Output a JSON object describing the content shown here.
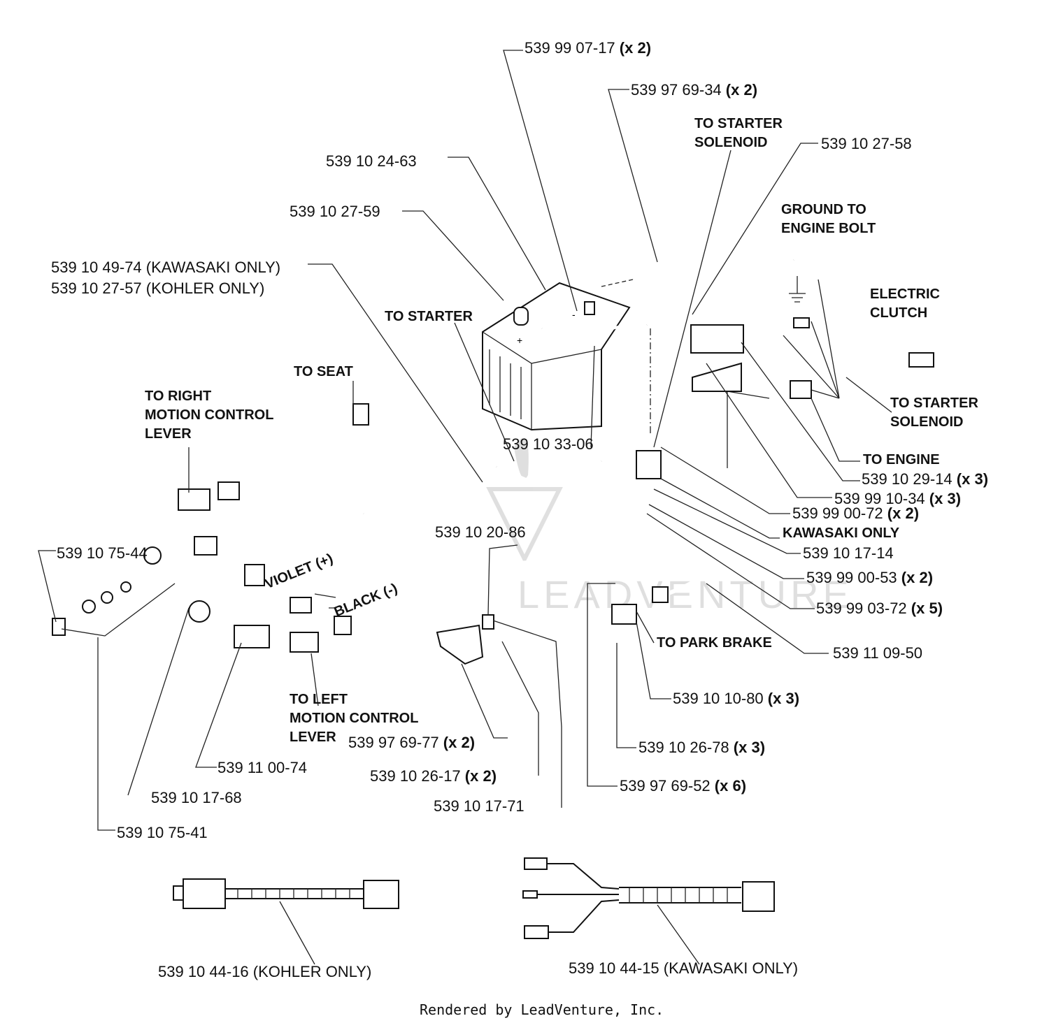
{
  "part_labels": [
    {
      "id": "p01",
      "number": "539 99 07-17",
      "qty": "(x 2)"
    },
    {
      "id": "p02",
      "number": "539 97 69-34",
      "qty": "(x 2)"
    },
    {
      "id": "p03",
      "number": "539 10 27-58",
      "qty": ""
    },
    {
      "id": "p04",
      "number": "539 10 24-63",
      "qty": ""
    },
    {
      "id": "p05",
      "number": "539 10 27-59",
      "qty": ""
    },
    {
      "id": "p06",
      "number": "539 10 49-74 (KAWASAKI ONLY)",
      "qty": ""
    },
    {
      "id": "p07",
      "number": "539 10 27-57 (KOHLER ONLY)",
      "qty": ""
    },
    {
      "id": "p08",
      "number": "539 10 33-06",
      "qty": ""
    },
    {
      "id": "p09",
      "number": "539 10 29-14",
      "qty": "(x 3)"
    },
    {
      "id": "p10",
      "number": "539 99 10-34",
      "qty": "(x 3)"
    },
    {
      "id": "p11",
      "number": "539 99 00-72",
      "qty": "(x 2)"
    },
    {
      "id": "p12",
      "number": "539 10 17-14",
      "qty": ""
    },
    {
      "id": "p13",
      "number": "539 99 00-53",
      "qty": "(x 2)"
    },
    {
      "id": "p14",
      "number": "539 99 03-72",
      "qty": "(x 5)"
    },
    {
      "id": "p15",
      "number": "539 11 09-50",
      "qty": ""
    },
    {
      "id": "p16",
      "number": "539 10 10-80",
      "qty": "(x 3)"
    },
    {
      "id": "p17",
      "number": "539 10 26-78",
      "qty": "(x 3)"
    },
    {
      "id": "p18",
      "number": "539 97 69-52",
      "qty": "(x 6)"
    },
    {
      "id": "p19",
      "number": "539 10 20-86",
      "qty": ""
    },
    {
      "id": "p20",
      "number": "539 10 75-44",
      "qty": ""
    },
    {
      "id": "p21",
      "number": "539 97 69-77",
      "qty": "(x 2)"
    },
    {
      "id": "p22",
      "number": "539 10 26-17",
      "qty": "(x 2)"
    },
    {
      "id": "p23",
      "number": "539 10 17-71",
      "qty": ""
    },
    {
      "id": "p24",
      "number": "539 11 00-74",
      "qty": ""
    },
    {
      "id": "p25",
      "number": "539 10 17-68",
      "qty": ""
    },
    {
      "id": "p26",
      "number": "539 10 75-41",
      "qty": ""
    },
    {
      "id": "p27",
      "number": "539 10 44-16 (KOHLER ONLY)",
      "qty": ""
    },
    {
      "id": "p28",
      "number": "539 10 44-15 (KAWASAKI ONLY)",
      "qty": ""
    }
  ],
  "callouts": [
    {
      "id": "c01",
      "text": "TO STARTER\nSOLENOID"
    },
    {
      "id": "c02",
      "text": "GROUND TO\nENGINE BOLT"
    },
    {
      "id": "c03",
      "text": "ELECTRIC\nCLUTCH"
    },
    {
      "id": "c04",
      "text": "TO STARTER"
    },
    {
      "id": "c05",
      "text": "TO SEAT"
    },
    {
      "id": "c06",
      "text": "TO RIGHT\nMOTION CONTROL\nLEVER"
    },
    {
      "id": "c07",
      "text": "TO STARTER\nSOLENOID"
    },
    {
      "id": "c08",
      "text": "TO ENGINE"
    },
    {
      "id": "c09",
      "text": "KAWASAKI ONLY"
    },
    {
      "id": "c10",
      "text": "TO PARK BRAKE"
    },
    {
      "id": "c11",
      "text": "TO LEFT\nMOTION CONTROL\nLEVER"
    }
  ],
  "wire_labels": {
    "violet": "VIOLET (+)",
    "black": "BLACK (-)"
  },
  "battery_terminals": {
    "positive": "+",
    "negative": "-"
  },
  "footer": "Rendered by LeadVenture, Inc.",
  "watermark": "LEADVENTURE"
}
